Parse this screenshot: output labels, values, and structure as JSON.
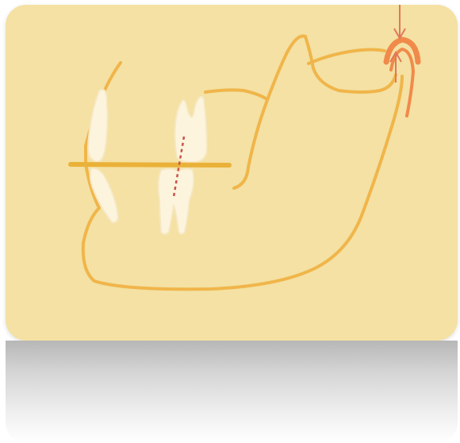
{
  "diagram": {
    "colors": {
      "background": "#f4e1a3",
      "jaw_outline": "#f0b54a",
      "occlusal_plane": "#eab139",
      "tooth_fill": "#fcf4dd",
      "tooth_stroke": "#f6e7c0",
      "condyle": "#f08a4b",
      "arrow": "#e0785a",
      "midline": "#c8534a"
    },
    "elements": [
      "mandible-outline",
      "occlusal-plane",
      "anterior-incisor-upper",
      "anterior-incisor-lower",
      "upper-molar",
      "lower-molar",
      "tooth-midline-mark",
      "condyle-joint",
      "force-arrow-down",
      "force-arrow-up"
    ]
  }
}
